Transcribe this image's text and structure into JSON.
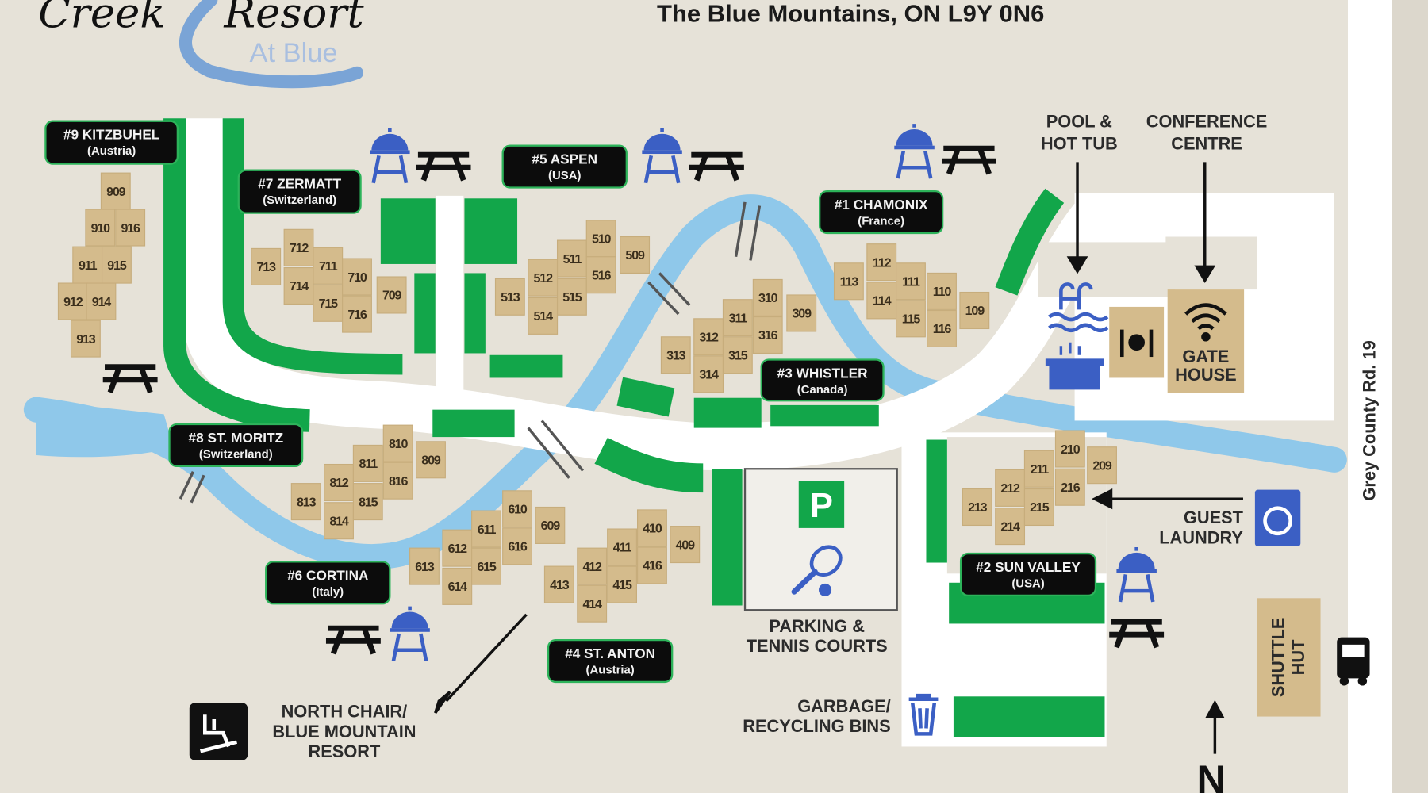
{
  "header": {
    "logo_line1": "Creek",
    "logo_line2": "Resort",
    "logo_sub": "At Blue",
    "address": "The Blue Mountains, ON  L9Y 0N6"
  },
  "buildings": [
    {
      "label": "#9 KITZBUHEL",
      "sub": "(Austria)",
      "units": [
        "909",
        "910",
        "916",
        "911",
        "915",
        "912",
        "914",
        "913"
      ]
    },
    {
      "label": "#7 ZERMATT",
      "sub": "(Switzerland)",
      "units": [
        "713",
        "712",
        "714",
        "711",
        "715",
        "710",
        "716",
        "709"
      ]
    },
    {
      "label": "#5 ASPEN",
      "sub": "(USA)",
      "units": [
        "513",
        "512",
        "514",
        "511",
        "515",
        "510",
        "516",
        "509"
      ]
    },
    {
      "label": "#1 CHAMONIX",
      "sub": "(France)",
      "units": [
        "113",
        "112",
        "114",
        "111",
        "115",
        "110",
        "116",
        "109"
      ]
    },
    {
      "label": "#3 WHISTLER",
      "sub": "(Canada)",
      "units": [
        "313",
        "312",
        "314",
        "311",
        "315",
        "310",
        "316",
        "309"
      ]
    },
    {
      "label": "#8 ST. MORITZ",
      "sub": "(Switzerland)",
      "units": [
        "813",
        "812",
        "814",
        "811",
        "815",
        "810",
        "816",
        "809"
      ]
    },
    {
      "label": "#6 CORTINA",
      "sub": "(Italy)",
      "units": [
        "613",
        "612",
        "614",
        "611",
        "615",
        "610",
        "616",
        "609"
      ]
    },
    {
      "label": "#4 ST. ANTON",
      "sub": "(Austria)",
      "units": [
        "413",
        "412",
        "414",
        "411",
        "415",
        "410",
        "416",
        "409"
      ]
    },
    {
      "label": "#2 SUN VALLEY",
      "sub": "(USA)",
      "units": [
        "213",
        "212",
        "214",
        "211",
        "215",
        "210",
        "216",
        "209"
      ]
    }
  ],
  "poi": {
    "pool": [
      "POOL &",
      "HOT TUB"
    ],
    "conference": [
      "CONFERENCE",
      "CENTRE"
    ],
    "gate_house": [
      "GATE",
      "HOUSE"
    ],
    "parking_letter": "P",
    "parking": [
      "PARKING &",
      "TENNIS COURTS"
    ],
    "garbage": [
      "GARBAGE/",
      "RECYCLING BINS"
    ],
    "north_chair": [
      "NORTH CHAIR/",
      "BLUE MOUNTAIN",
      "RESORT"
    ],
    "laundry": [
      "GUEST",
      "LAUNDRY"
    ],
    "shuttle": [
      "SHUTTLE",
      "HUT"
    ],
    "road": "Grey County Rd. 19",
    "north": "N"
  },
  "colors": {
    "green": "#12a64a",
    "water": "#8fc8ea",
    "unit": "#d4bb8c",
    "icon_blue": "#3b5fc4",
    "background": "#e6e2d8"
  }
}
